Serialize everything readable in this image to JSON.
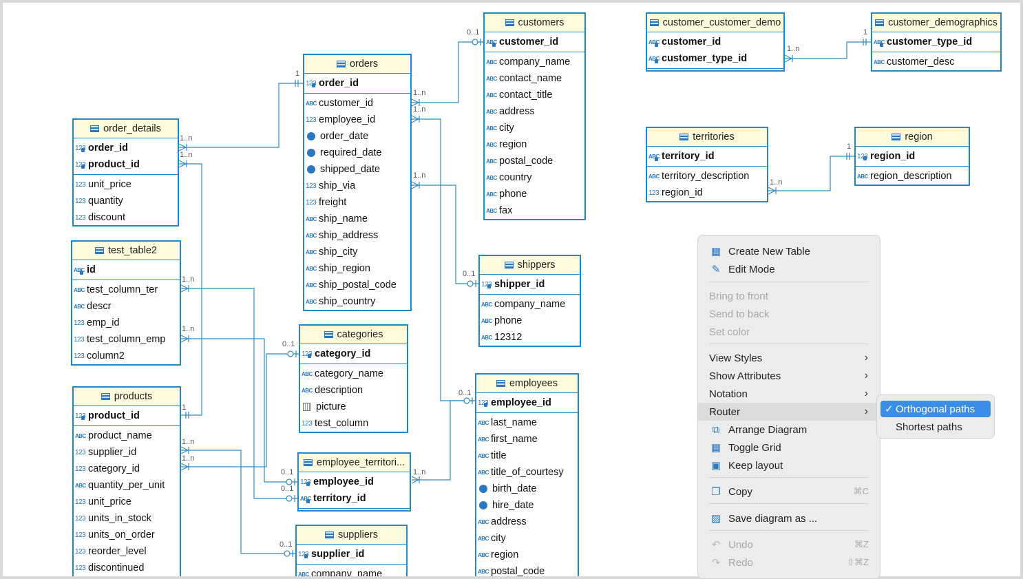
{
  "tables": [
    {
      "id": "orders",
      "name": "orders",
      "pk": [
        {
          "name": "order_id",
          "type": "num"
        }
      ],
      "cols": [
        {
          "name": "customer_id",
          "type": "abc"
        },
        {
          "name": "employee_id",
          "type": "num"
        },
        {
          "name": "order_date",
          "type": "clk"
        },
        {
          "name": "required_date",
          "type": "clk"
        },
        {
          "name": "shipped_date",
          "type": "clk"
        },
        {
          "name": "ship_via",
          "type": "num"
        },
        {
          "name": "freight",
          "type": "num"
        },
        {
          "name": "ship_name",
          "type": "abc"
        },
        {
          "name": "ship_address",
          "type": "abc"
        },
        {
          "name": "ship_city",
          "type": "abc"
        },
        {
          "name": "ship_region",
          "type": "abc"
        },
        {
          "name": "ship_postal_code",
          "type": "abc"
        },
        {
          "name": "ship_country",
          "type": "abc"
        }
      ]
    },
    {
      "id": "customers",
      "name": "customers",
      "pk": [
        {
          "name": "customer_id",
          "type": "abc"
        }
      ],
      "cols": [
        {
          "name": "company_name",
          "type": "abc"
        },
        {
          "name": "contact_name",
          "type": "abc"
        },
        {
          "name": "contact_title",
          "type": "abc"
        },
        {
          "name": "address",
          "type": "abc"
        },
        {
          "name": "city",
          "type": "abc"
        },
        {
          "name": "region",
          "type": "abc"
        },
        {
          "name": "postal_code",
          "type": "abc"
        },
        {
          "name": "country",
          "type": "abc"
        },
        {
          "name": "phone",
          "type": "abc"
        },
        {
          "name": "fax",
          "type": "abc"
        }
      ]
    },
    {
      "id": "customer_customer_demo",
      "name": "customer_customer_demo",
      "pk": [
        {
          "name": "customer_id",
          "type": "abc"
        },
        {
          "name": "customer_type_id",
          "type": "abc"
        }
      ],
      "cols": []
    },
    {
      "id": "customer_demographics",
      "name": "customer_demographics",
      "pk": [
        {
          "name": "customer_type_id",
          "type": "abc"
        }
      ],
      "cols": [
        {
          "name": "customer_desc",
          "type": "abc"
        }
      ]
    },
    {
      "id": "order_details",
      "name": "order_details",
      "pk": [
        {
          "name": "order_id",
          "type": "num"
        },
        {
          "name": "product_id",
          "type": "num"
        }
      ],
      "cols": [
        {
          "name": "unit_price",
          "type": "num"
        },
        {
          "name": "quantity",
          "type": "num"
        },
        {
          "name": "discount",
          "type": "num"
        }
      ]
    },
    {
      "id": "test_table2",
      "name": "test_table2",
      "pk": [
        {
          "name": "id",
          "type": "abc"
        }
      ],
      "cols": [
        {
          "name": "test_column_ter",
          "type": "abc"
        },
        {
          "name": "descr",
          "type": "abc"
        },
        {
          "name": "emp_id",
          "type": "num"
        },
        {
          "name": "test_column_emp",
          "type": "num"
        },
        {
          "name": "column2",
          "type": "num"
        }
      ]
    },
    {
      "id": "products",
      "name": "products",
      "pk": [
        {
          "name": "product_id",
          "type": "num"
        }
      ],
      "cols": [
        {
          "name": "product_name",
          "type": "abc"
        },
        {
          "name": "supplier_id",
          "type": "num"
        },
        {
          "name": "category_id",
          "type": "num"
        },
        {
          "name": "quantity_per_unit",
          "type": "abc"
        },
        {
          "name": "unit_price",
          "type": "num"
        },
        {
          "name": "units_in_stock",
          "type": "num"
        },
        {
          "name": "units_on_order",
          "type": "num"
        },
        {
          "name": "reorder_level",
          "type": "num"
        },
        {
          "name": "discontinued",
          "type": "num"
        }
      ]
    },
    {
      "id": "categories",
      "name": "categories",
      "pk": [
        {
          "name": "category_id",
          "type": "num"
        }
      ],
      "cols": [
        {
          "name": "category_name",
          "type": "abc"
        },
        {
          "name": "description",
          "type": "abc"
        },
        {
          "name": "picture",
          "type": "img"
        },
        {
          "name": "test_column",
          "type": "num"
        }
      ]
    },
    {
      "id": "employee_territories",
      "name": "employee_territori...",
      "pk": [
        {
          "name": "employee_id",
          "type": "num"
        },
        {
          "name": "territory_id",
          "type": "abc"
        }
      ],
      "cols": []
    },
    {
      "id": "suppliers",
      "name": "suppliers",
      "pk": [
        {
          "name": "supplier_id",
          "type": "num"
        }
      ],
      "cols": [
        {
          "name": "company_name",
          "type": "abc"
        }
      ]
    },
    {
      "id": "shippers",
      "name": "shippers",
      "pk": [
        {
          "name": "shipper_id",
          "type": "num"
        }
      ],
      "cols": [
        {
          "name": "company_name",
          "type": "abc"
        },
        {
          "name": "phone",
          "type": "abc"
        },
        {
          "name": "12312",
          "type": "abc"
        }
      ]
    },
    {
      "id": "employees",
      "name": "employees",
      "pk": [
        {
          "name": "employee_id",
          "type": "num"
        }
      ],
      "cols": [
        {
          "name": "last_name",
          "type": "abc"
        },
        {
          "name": "first_name",
          "type": "abc"
        },
        {
          "name": "title",
          "type": "abc"
        },
        {
          "name": "title_of_courtesy",
          "type": "abc"
        },
        {
          "name": "birth_date",
          "type": "clk"
        },
        {
          "name": "hire_date",
          "type": "clk"
        },
        {
          "name": "address",
          "type": "abc"
        },
        {
          "name": "city",
          "type": "abc"
        },
        {
          "name": "region",
          "type": "abc"
        },
        {
          "name": "postal_code",
          "type": "abc"
        }
      ]
    },
    {
      "id": "territories",
      "name": "territories",
      "pk": [
        {
          "name": "territory_id",
          "type": "abc"
        }
      ],
      "cols": [
        {
          "name": "territory_description",
          "type": "abc"
        },
        {
          "name": "region_id",
          "type": "num"
        }
      ]
    },
    {
      "id": "region",
      "name": "region",
      "pk": [
        {
          "name": "region_id",
          "type": "num"
        }
      ],
      "cols": [
        {
          "name": "region_description",
          "type": "abc"
        }
      ]
    }
  ],
  "cardinality": {
    "one": "1",
    "many": "1..n",
    "optional": "0..1"
  },
  "menu": {
    "items": [
      {
        "label": "Create New Table",
        "icon": "table-icon",
        "disabled": false
      },
      {
        "label": "Edit Mode",
        "icon": "pencil-icon",
        "disabled": false
      },
      {
        "label": "Bring to front",
        "disabled": true
      },
      {
        "label": "Send to back",
        "disabled": true
      },
      {
        "label": "Set color",
        "disabled": true
      },
      {
        "label": "View Styles",
        "submenu": true
      },
      {
        "label": "Show Attributes",
        "submenu": true
      },
      {
        "label": "Notation",
        "submenu": true
      },
      {
        "label": "Router",
        "submenu": true,
        "highlighted": true
      },
      {
        "label": "Arrange Diagram",
        "icon": "arrange-icon"
      },
      {
        "label": "Toggle Grid",
        "icon": "grid-icon"
      },
      {
        "label": "Keep layout",
        "icon": "save-icon"
      },
      {
        "label": "Copy",
        "icon": "copy-icon",
        "shortcut": "⌘C"
      },
      {
        "label": "Save diagram as ...",
        "icon": "image-icon"
      },
      {
        "label": "Undo",
        "icon": "undo-icon",
        "shortcut": "⌘Z",
        "disabled": true
      },
      {
        "label": "Redo",
        "icon": "redo-icon",
        "shortcut": "⇧⌘Z",
        "disabled": true
      }
    ],
    "router_submenu": [
      {
        "label": "Orthogonal paths",
        "checked": true
      },
      {
        "label": "Shortest paths",
        "checked": false
      }
    ]
  },
  "colors": {
    "border": "#1e88c8",
    "header": "#fdfbdc",
    "menu_bg": "#ececec",
    "selection": "#3b8ee8"
  }
}
